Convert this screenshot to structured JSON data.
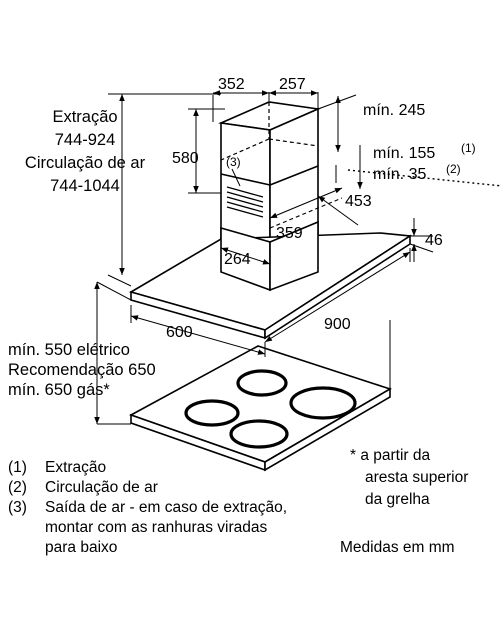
{
  "dimensions": {
    "chimney_width": "352",
    "chimney_depth": "257",
    "chimney_height": "580",
    "min_245": "mín. 245",
    "min_155": "mín. 155",
    "min_155_note": "(1)",
    "min_35": "mín. 35",
    "min_35_note": "(2)",
    "offset_453": "453",
    "hood_thickness": "46",
    "inner_359": "359",
    "inner_264": "264",
    "hood_width": "900",
    "hood_depth": "600"
  },
  "callout_3": "(3)",
  "height_text": {
    "line1": "Extração",
    "line2": "744-924",
    "line3": "Circulação de ar",
    "line4": "744-1044"
  },
  "clearance_text": {
    "line1": "mín. 550 elétrico",
    "line2": "Recomendação 650",
    "line3": "mín. 650 gás*"
  },
  "legend": [
    {
      "num": "(1)",
      "text": "Extração"
    },
    {
      "num": "(2)",
      "text": "Circulação de ar"
    },
    {
      "num": "(3)",
      "text": "Saída de ar - em caso de extração,"
    },
    {
      "num": "",
      "text": "montar com as ranhuras viradas"
    },
    {
      "num": "",
      "text": "para baixo"
    }
  ],
  "footnote": {
    "line1": "* a partir da",
    "line2": "aresta superior",
    "line3": "da grelha"
  },
  "units": "Medidas em mm"
}
